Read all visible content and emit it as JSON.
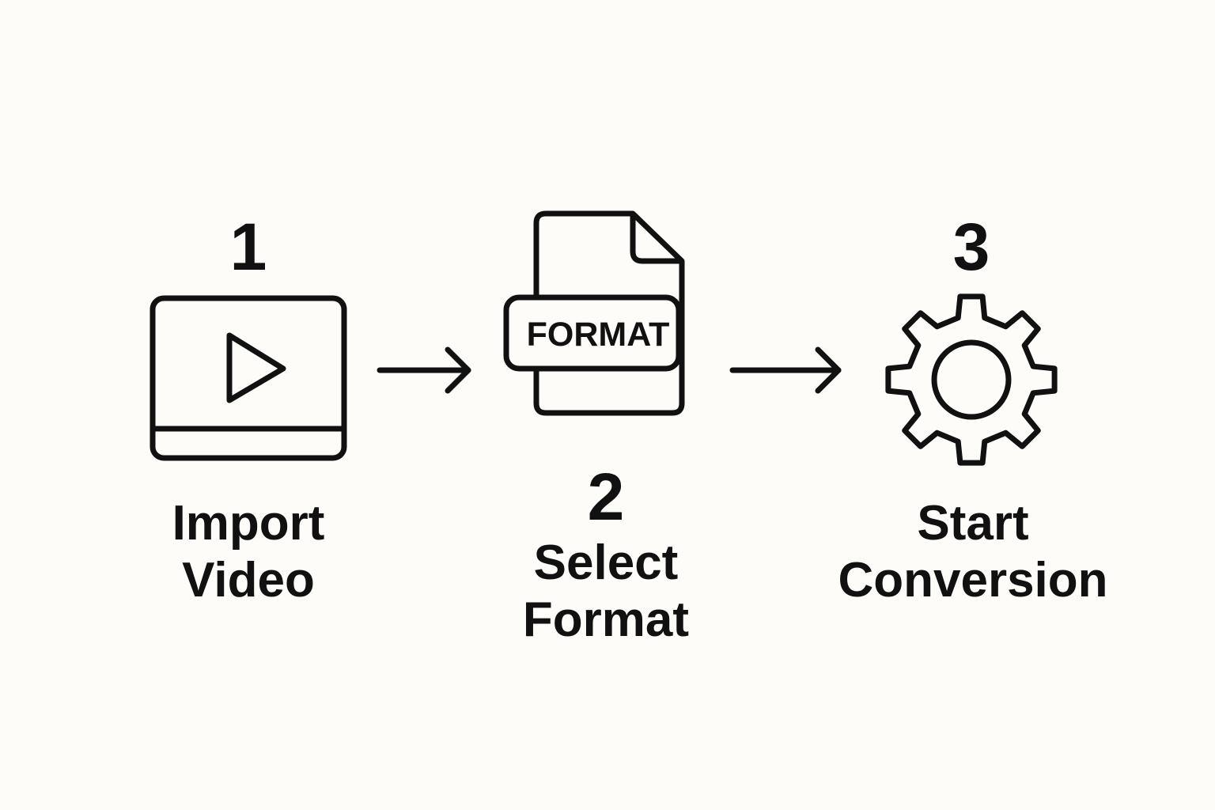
{
  "steps": [
    {
      "number": "1",
      "label_line1": "Import",
      "label_line2": "Video",
      "icon": "video-player-icon"
    },
    {
      "number": "2",
      "label_line1": "Select",
      "label_line2": "Format",
      "icon": "format-document-icon",
      "icon_text": "FORMAT"
    },
    {
      "number": "3",
      "label_line1": "Start",
      "label_line2": "Conversion",
      "icon": "gear-icon"
    }
  ],
  "connectors": [
    {
      "from": "1",
      "to": "2",
      "icon": "arrow-right-icon"
    },
    {
      "from": "2",
      "to": "3",
      "icon": "arrow-right-icon"
    }
  ],
  "colors": {
    "background": "#fdfcf8",
    "ink": "#111111"
  }
}
